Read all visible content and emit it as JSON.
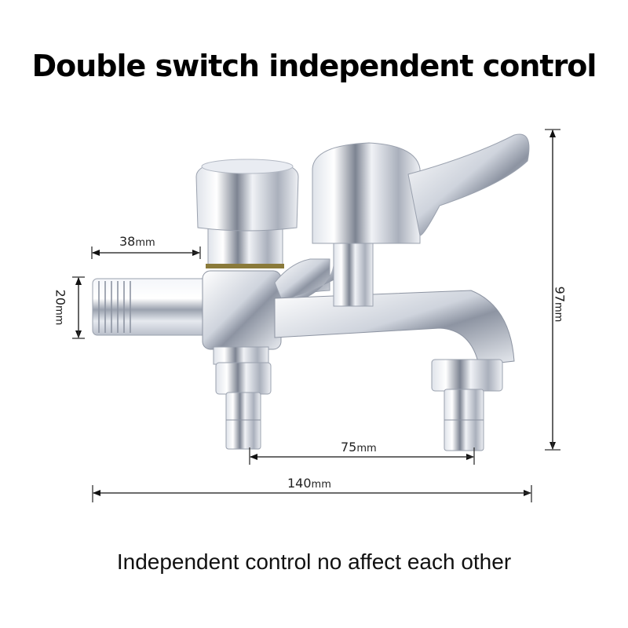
{
  "title": "Double switch independent control",
  "caption": "Independent control no affect each other",
  "dimensions": {
    "inlet_length": {
      "value": "38",
      "unit": "mm"
    },
    "inlet_diameter": {
      "value": "20",
      "unit": "mm"
    },
    "outlet_spacing": {
      "value": "75",
      "unit": "mm"
    },
    "total_width": {
      "value": "140",
      "unit": "mm"
    },
    "total_height": {
      "value": "97",
      "unit": "mm"
    }
  },
  "colors": {
    "chrome_light": "#f2f4f8",
    "chrome_mid": "#c3c8d2",
    "chrome_dark": "#6a7180",
    "brass_ring": "#8a7a3a",
    "dimension_line": "#333333"
  }
}
